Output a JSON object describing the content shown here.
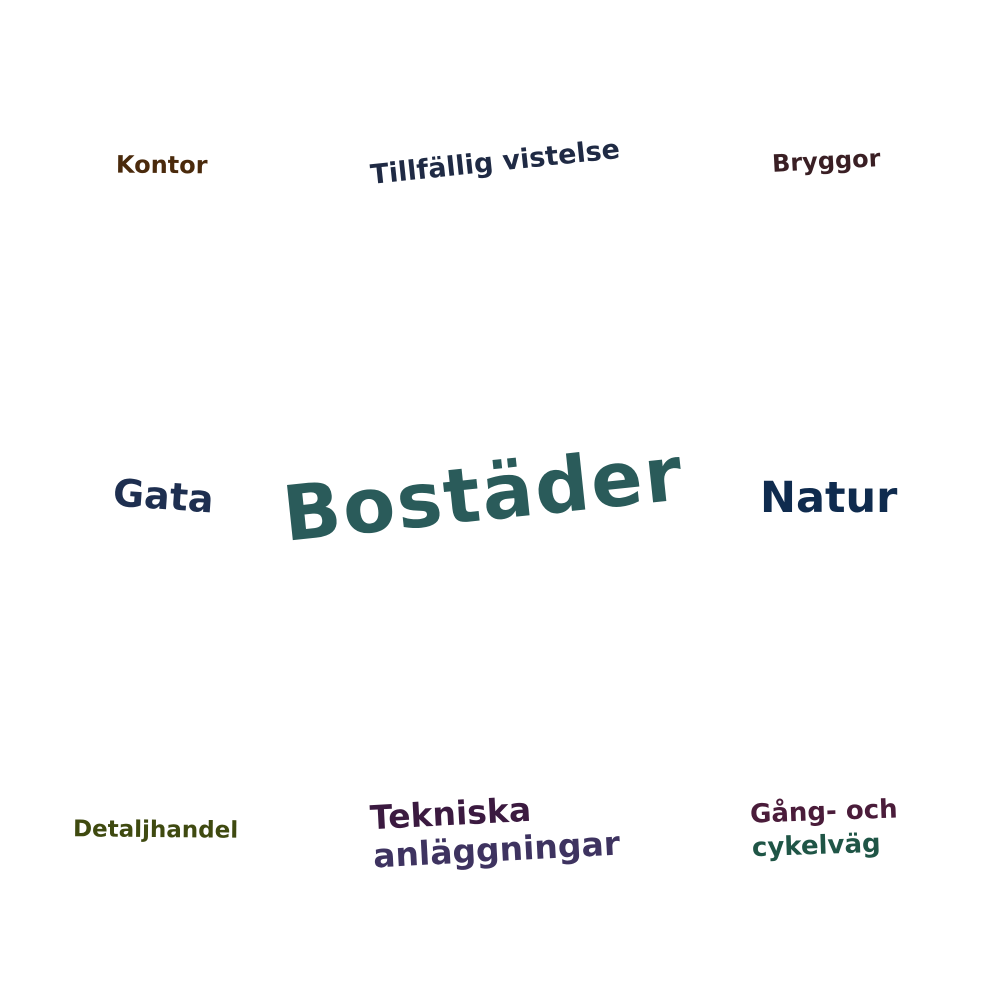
{
  "words": {
    "kontor": {
      "text": "Kontor",
      "color": "#4a2a0c"
    },
    "tillfallig": {
      "text": "Tillfällig vistelse",
      "color": "#1f2a44"
    },
    "bryggor": {
      "text": "Bryggor",
      "color": "#3a1f24"
    },
    "gata": {
      "text": "Gata",
      "color": "#1e2f50"
    },
    "bostader": {
      "text": "Bostäder",
      "color": "#2a5b5a"
    },
    "natur": {
      "text": "Natur",
      "color": "#0f2b4e"
    },
    "detaljhandel": {
      "text": "Detaljhandel",
      "color": "#3f4a10"
    },
    "tekniska": {
      "line1": "Tekniska",
      "line2": "anläggningar",
      "color1": "#3b1a40",
      "color2": "#3e3360"
    },
    "gang": {
      "line1": "Gång- och",
      "line2": "cykelväg",
      "color1": "#4a1c3a",
      "color2": "#1f5546"
    }
  }
}
